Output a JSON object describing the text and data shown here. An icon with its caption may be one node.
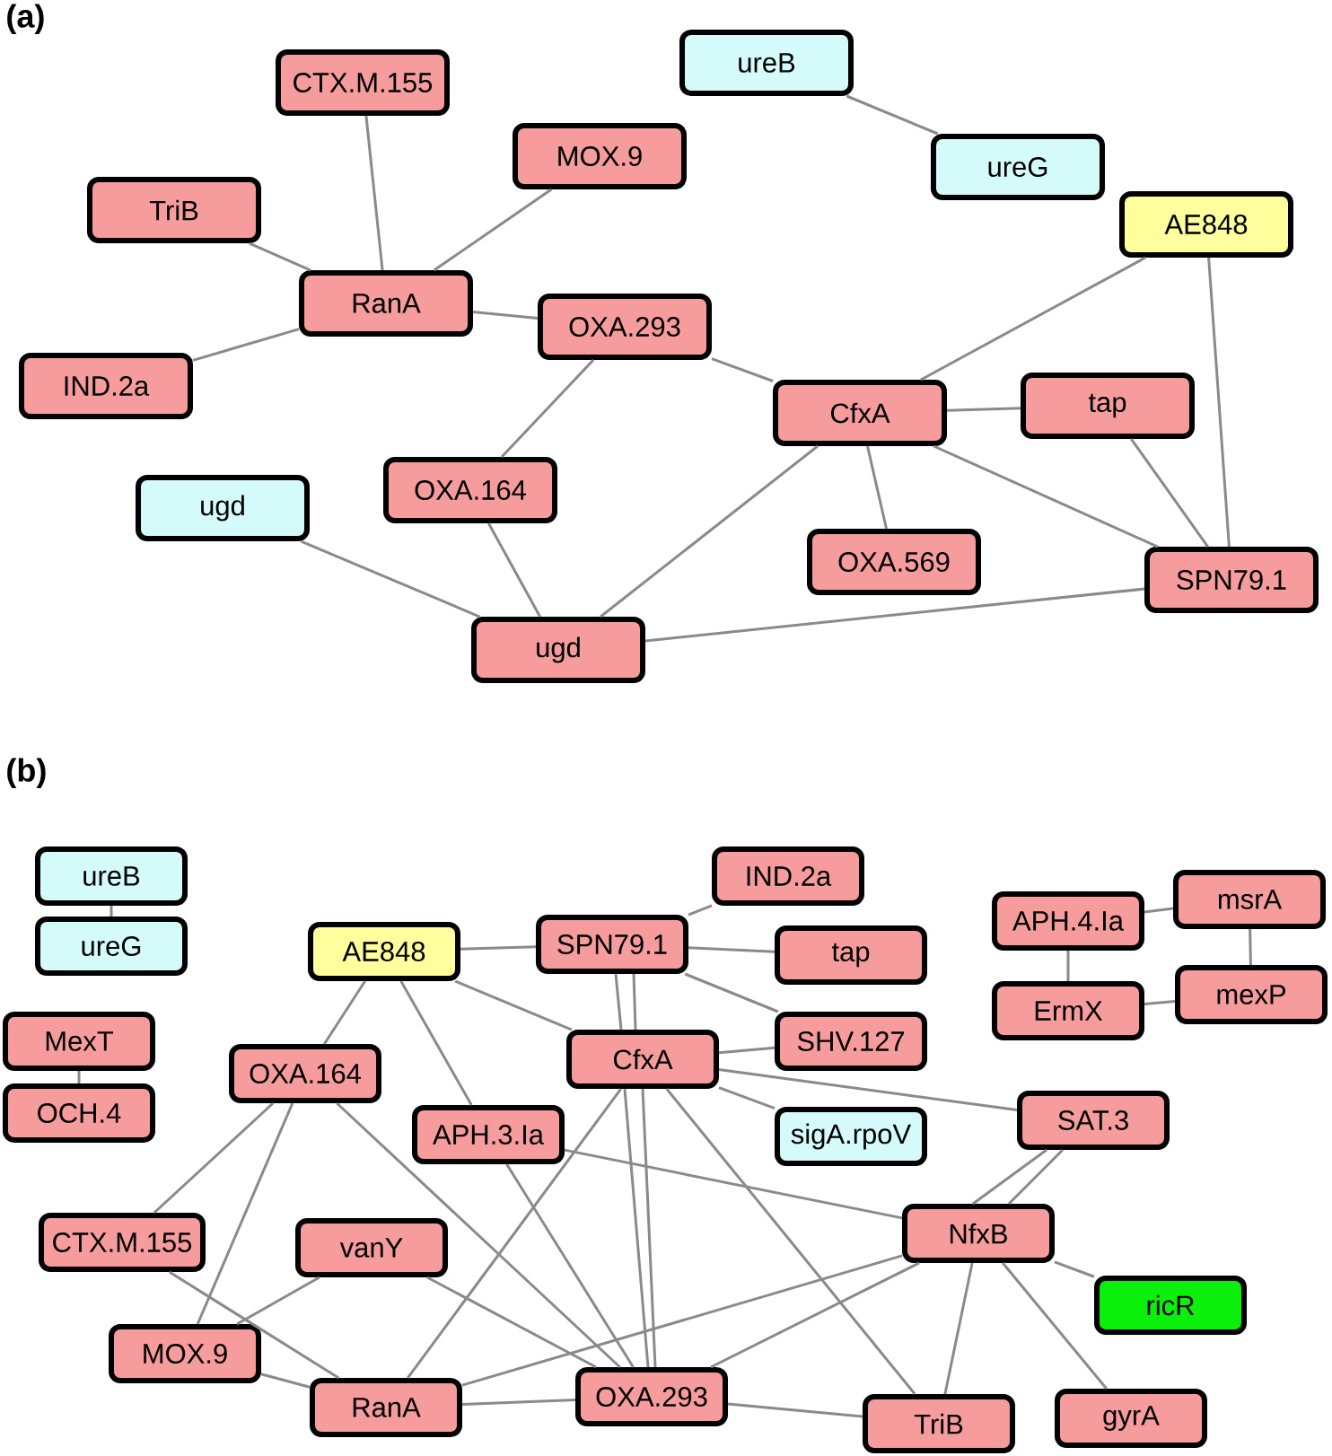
{
  "diagram": {
    "nodes": [
      {
        "text": [
          "CTX.M.155"
        ]
      },
      {
        "text": [
          "ureB"
        ]
      },
      {
        "text": [
          "MOX.9"
        ]
      },
      {
        "text": [
          "TriB"
        ]
      },
      {
        "text": [
          "ureG"
        ]
      },
      {
        "text": [
          "AE848"
        ]
      },
      {
        "text": [
          "RanA"
        ]
      },
      {
        "text": [
          "OXA.293"
        ]
      },
      {
        "text": [
          "IND.2a"
        ]
      },
      {
        "text": [
          "CfxA"
        ]
      },
      {
        "text": [
          "tap"
        ]
      },
      {
        "text": [
          "ugd"
        ]
      },
      {
        "text": [
          "OXA.164"
        ]
      },
      {
        "text": [
          "OXA.569"
        ]
      },
      {
        "text": [
          "SPN79.1"
        ]
      },
      {
        "text": [
          "ugd"
        ]
      },
      {
        "text": [
          "ureB"
        ]
      },
      {
        "text": [
          "IND.2a"
        ]
      },
      {
        "text": [
          "msrA"
        ]
      },
      {
        "text": [
          "APH.4.Ia"
        ]
      },
      {
        "text": [
          "ureG"
        ]
      },
      {
        "text": [
          "AE848"
        ]
      },
      {
        "text": [
          "SPN79.1"
        ]
      },
      {
        "text": [
          "tap"
        ]
      },
      {
        "text": [
          "mexP"
        ]
      },
      {
        "text": [
          "ErmX"
        ]
      },
      {
        "text": [
          "MexT"
        ]
      },
      {
        "text": [
          "SHV.127"
        ]
      },
      {
        "text": [
          "CfxA"
        ]
      },
      {
        "text": [
          "OXA.164"
        ]
      },
      {
        "text": [
          "OCH.4"
        ]
      },
      {
        "text": [
          "SAT.3"
        ]
      },
      {
        "text": [
          "APH.3.Ia"
        ]
      },
      {
        "text": [
          "sigA.rpoV"
        ]
      },
      {
        "text": [
          "NfxB"
        ]
      },
      {
        "text": [
          "CTX.M.155"
        ]
      },
      {
        "text": [
          "vanY"
        ]
      },
      {
        "text": [
          "ricR"
        ]
      },
      {
        "text": [
          "MOX.9"
        ]
      },
      {
        "text": [
          "RanA"
        ]
      },
      {
        "text": [
          "OXA.293"
        ]
      },
      {
        "text": [
          "TriB"
        ]
      },
      {
        "text": [
          "gyrA"
        ]
      }
    ],
    "edges": [
      {
        "from": 0,
        "to": 6,
        "arrow": "none"
      },
      {
        "from": 2,
        "to": 6,
        "arrow": "none"
      },
      {
        "from": 3,
        "to": 6,
        "arrow": "none"
      },
      {
        "from": 8,
        "to": 6,
        "arrow": "none"
      },
      {
        "from": 6,
        "to": 7,
        "arrow": "none"
      },
      {
        "from": 7,
        "to": 9,
        "arrow": "none"
      },
      {
        "from": 7,
        "to": 12,
        "arrow": "none"
      },
      {
        "from": 1,
        "to": 4,
        "arrow": "none"
      },
      {
        "from": 5,
        "to": 9,
        "arrow": "none"
      },
      {
        "from": 5,
        "to": 14,
        "arrow": "none"
      },
      {
        "from": 9,
        "to": 10,
        "arrow": "none"
      },
      {
        "from": 9,
        "to": 13,
        "arrow": "none"
      },
      {
        "from": 9,
        "to": 14,
        "arrow": "none"
      },
      {
        "from": 9,
        "to": 15,
        "arrow": "none"
      },
      {
        "from": 10,
        "to": 14,
        "arrow": "none"
      },
      {
        "from": 12,
        "to": 15,
        "arrow": "none"
      },
      {
        "from": 11,
        "to": 15,
        "arrow": "none"
      },
      {
        "from": 14,
        "to": 15,
        "arrow": "none"
      },
      {
        "from": 16,
        "to": 20,
        "arrow": "none"
      },
      {
        "from": 26,
        "to": 30,
        "arrow": "none"
      },
      {
        "from": 19,
        "to": 18,
        "arrow": "none"
      },
      {
        "from": 19,
        "to": 25,
        "arrow": "none"
      },
      {
        "from": 18,
        "to": 24,
        "arrow": "none"
      },
      {
        "from": 25,
        "to": 24,
        "arrow": "none"
      },
      {
        "from": 21,
        "to": 22,
        "arrow": "none"
      },
      {
        "from": 21,
        "to": 29,
        "arrow": "none"
      },
      {
        "from": 21,
        "to": 32,
        "arrow": "none"
      },
      {
        "from": 21,
        "to": 28,
        "arrow": "none"
      },
      {
        "from": 22,
        "to": 17,
        "arrow": "none"
      },
      {
        "from": 22,
        "to": 23,
        "arrow": "none"
      },
      {
        "from": 22,
        "to": 27,
        "arrow": "none"
      },
      {
        "from": 22,
        "to": 28,
        "arrow": "none"
      },
      {
        "from": 22,
        "to": 28,
        "arrow": "none"
      },
      {
        "from": 28,
        "to": 27,
        "arrow": "none"
      },
      {
        "from": 28,
        "to": 33,
        "arrow": "none"
      },
      {
        "from": 28,
        "to": 31,
        "arrow": "none"
      },
      {
        "from": 28,
        "to": 39,
        "arrow": "none"
      },
      {
        "from": 28,
        "to": 40,
        "arrow": "none"
      },
      {
        "from": 28,
        "to": 40,
        "arrow": "none"
      },
      {
        "from": 28,
        "to": 41,
        "arrow": "none"
      },
      {
        "from": 29,
        "to": 35,
        "arrow": "none"
      },
      {
        "from": 29,
        "to": 38,
        "arrow": "none"
      },
      {
        "from": 29,
        "to": 40,
        "arrow": "none"
      },
      {
        "from": 32,
        "to": 34,
        "arrow": "none"
      },
      {
        "from": 32,
        "to": 40,
        "arrow": "none"
      },
      {
        "from": 31,
        "to": 34,
        "arrow": "none"
      },
      {
        "from": 31,
        "to": 34,
        "arrow": "none"
      },
      {
        "from": 35,
        "to": 39,
        "arrow": "none"
      },
      {
        "from": 36,
        "to": 38,
        "arrow": "none"
      },
      {
        "from": 36,
        "to": 40,
        "arrow": "none"
      },
      {
        "from": 38,
        "to": 39,
        "arrow": "none"
      },
      {
        "from": 39,
        "to": 40,
        "arrow": "none"
      },
      {
        "from": 39,
        "to": 34,
        "arrow": "none"
      },
      {
        "from": 40,
        "to": 34,
        "arrow": "none"
      },
      {
        "from": 40,
        "to": 41,
        "arrow": "none"
      },
      {
        "from": 34,
        "to": 37,
        "arrow": "none"
      },
      {
        "from": 34,
        "to": 42,
        "arrow": "none"
      },
      {
        "from": 34,
        "to": 41,
        "arrow": "none"
      }
    ],
    "labels": [
      "(a)",
      "(b)"
    ]
  }
}
